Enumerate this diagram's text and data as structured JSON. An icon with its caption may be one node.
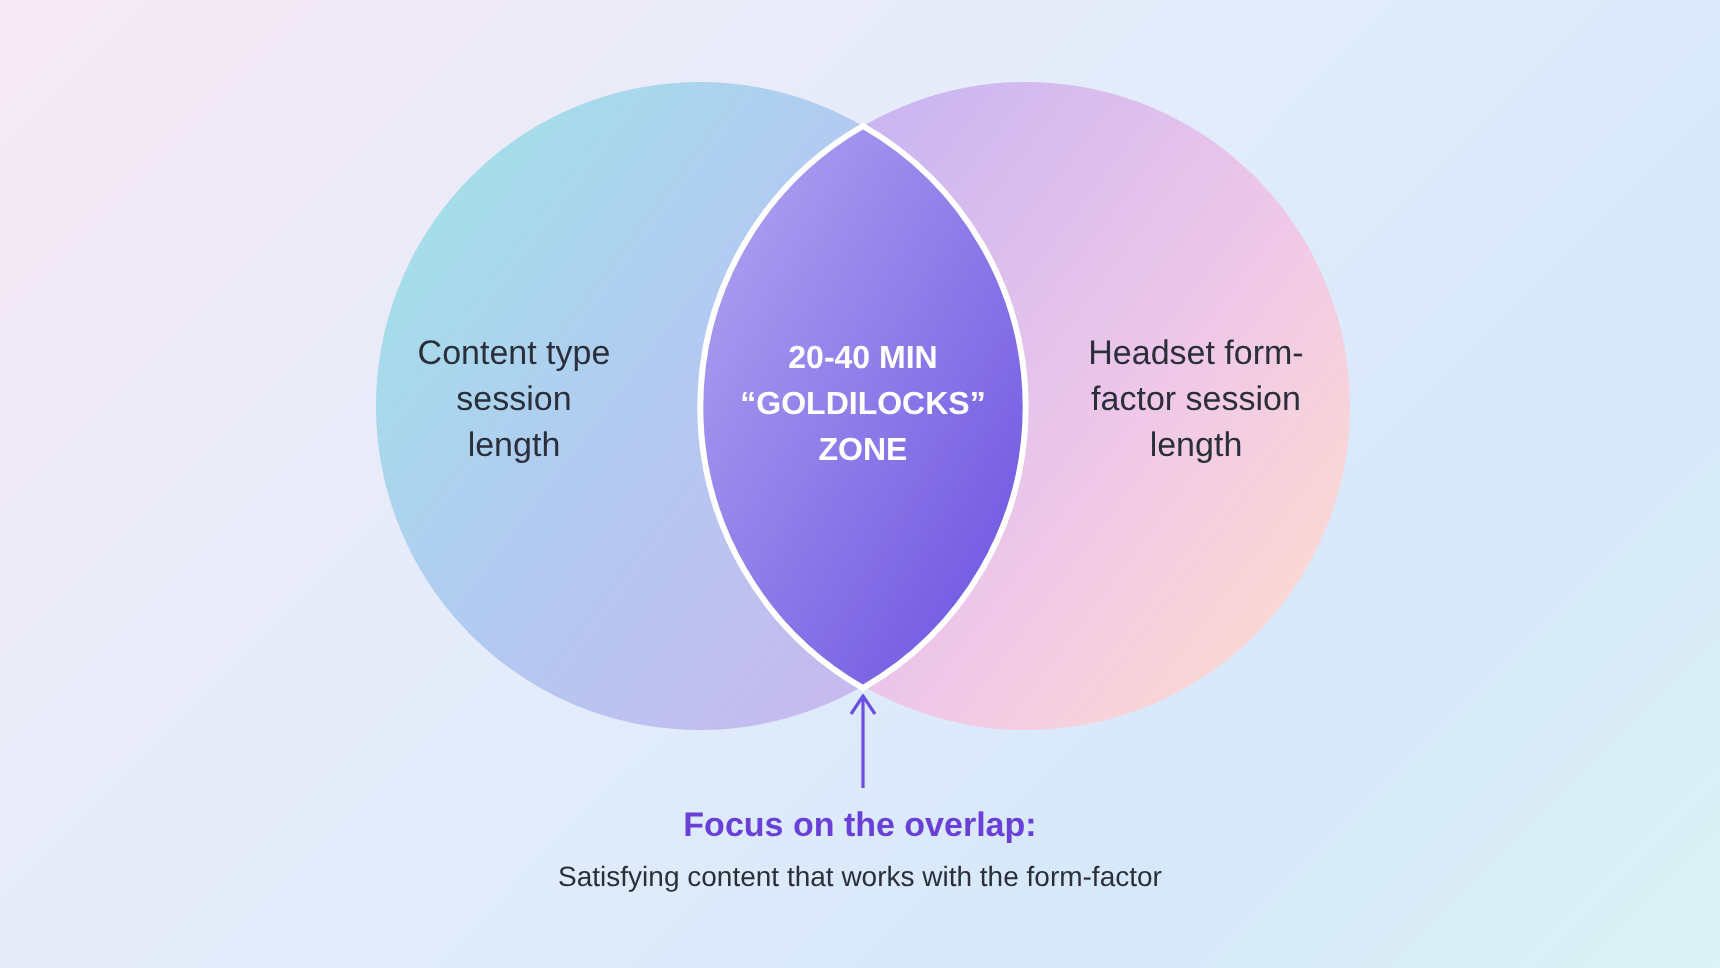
{
  "diagram": {
    "nodes": [
      {
        "text": [
          "Content type session length"
        ]
      },
      {
        "text": [
          "Headset form-factor session length"
        ]
      },
      {
        "text": [
          "20-40 MIN “GOLDILOCKS” ZONE"
        ]
      },
      {
        "text": [
          "Focus on the overlap:",
          "Satisfying content that works with the form-factor"
        ]
      }
    ],
    "edges": [
      {
        "from": 3,
        "to": 2,
        "arrow": "to"
      }
    ]
  }
}
